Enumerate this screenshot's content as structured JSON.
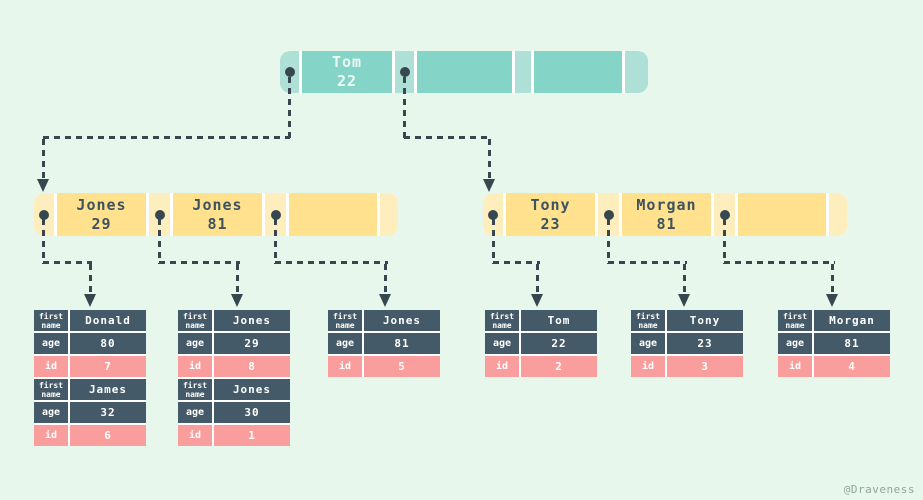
{
  "page": {
    "watermark": "@Draveness"
  },
  "labels": {
    "first_name": "first name",
    "age": "age",
    "id": "id"
  },
  "colors": {
    "background": "#e8f7ec",
    "root_node": "#85d4c8",
    "root_node_light": "#aee0d8",
    "internal_node": "#ffe18e",
    "internal_node_light": "#ffeebd",
    "record_row": "#455a68",
    "id_row": "#fa9d9d",
    "connector": "#37474f"
  },
  "tree": {
    "root": {
      "keys": [
        {
          "name": "Tom",
          "value": "22"
        },
        {
          "name": "",
          "value": ""
        },
        {
          "name": "",
          "value": ""
        }
      ]
    },
    "internal_left": {
      "keys": [
        {
          "name": "Jones",
          "value": "29"
        },
        {
          "name": "Jones",
          "value": "81"
        },
        {
          "name": "",
          "value": ""
        }
      ]
    },
    "internal_right": {
      "keys": [
        {
          "name": "Tony",
          "value": "23"
        },
        {
          "name": "Morgan",
          "value": "81"
        },
        {
          "name": "",
          "value": ""
        }
      ]
    }
  },
  "tables": [
    {
      "records": [
        {
          "first_name": "Donald",
          "age": "80",
          "id": "7"
        },
        {
          "first_name": "James",
          "age": "32",
          "id": "6"
        }
      ]
    },
    {
      "records": [
        {
          "first_name": "Jones",
          "age": "29",
          "id": "8"
        },
        {
          "first_name": "Jones",
          "age": "30",
          "id": "1"
        }
      ]
    },
    {
      "records": [
        {
          "first_name": "Jones",
          "age": "81",
          "id": "5"
        }
      ]
    },
    {
      "records": [
        {
          "first_name": "Tom",
          "age": "22",
          "id": "2"
        }
      ]
    },
    {
      "records": [
        {
          "first_name": "Tony",
          "age": "23",
          "id": "3"
        }
      ]
    },
    {
      "records": [
        {
          "first_name": "Morgan",
          "age": "81",
          "id": "4"
        }
      ]
    }
  ]
}
